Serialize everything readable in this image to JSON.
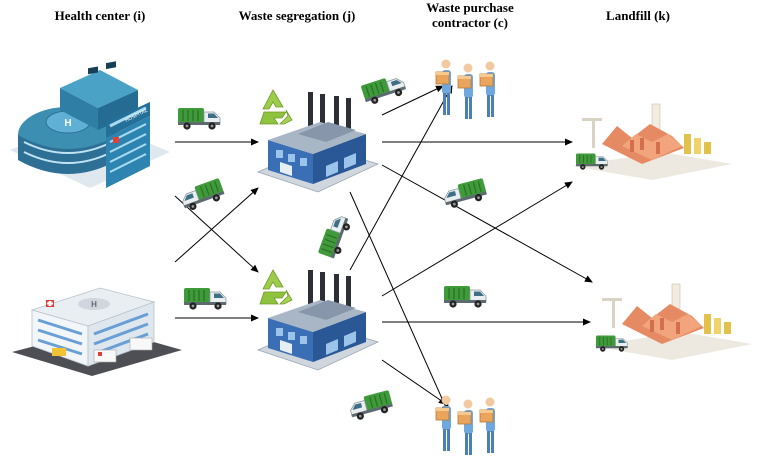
{
  "headers": {
    "health_center": "Health center (i)",
    "waste_segregation": "Waste segregation (j)",
    "contractor_line1": "Waste purchase",
    "contractor_line2": "contractor (c)",
    "landfill": "Landfill (k)"
  },
  "icons": {
    "hospital_1": "hospital-icon",
    "hospital_2": "hospital-icon",
    "factory": "factory-icon",
    "recycle": "recycle-icon",
    "truck": "garbage-truck-icon",
    "workers": "workers-with-boxes-icon",
    "landfill": "landfill-icon",
    "hospital_sign_text": "HOSPITAL"
  },
  "colors": {
    "truck_green": "#3f9a3a",
    "recycle_green": "#9ccc4a",
    "factory_blue": "#3b6fb5",
    "factory_roof": "#a9b6c6",
    "landfill_orange": "#e58a63",
    "hospital_teal": "#3c8fb0",
    "arrow": "#000000"
  }
}
